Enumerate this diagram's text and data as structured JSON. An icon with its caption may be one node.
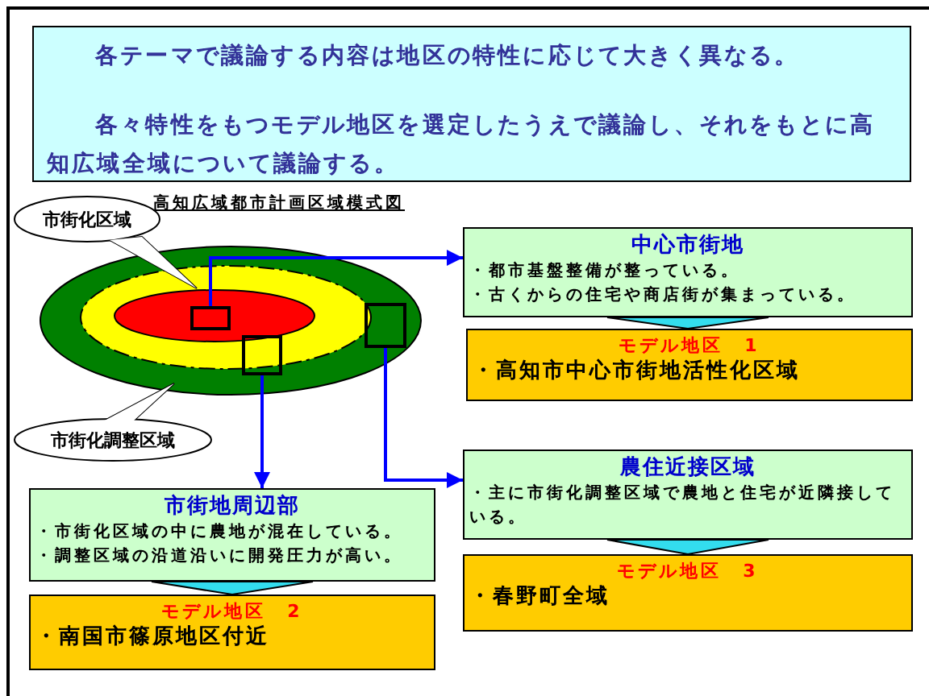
{
  "diagram": {
    "nodes": [
      {
        "text": [
          "各テーマで議論する内容は地区の特性に応じて大きく異なる。",
          "各々特性をもつモデル地区を選定したうえで議論し、それをもとに高知広域全域について議論する。"
        ]
      },
      {
        "text": [
          "市街化区域"
        ]
      },
      {
        "text": [],
        "shape": "box"
      },
      {
        "text": [],
        "shape": "box"
      },
      {
        "text": [],
        "shape": "box"
      },
      {
        "text": [
          "市街化調整区域"
        ]
      },
      {
        "text": [
          "中心市街地",
          "・都市基盤整備が整っている。",
          "・古くからの住宅や商店街が集まっている。"
        ]
      },
      {
        "text": [
          "モデル地区　1",
          "・高知市中心市街地活性化区域"
        ]
      },
      {
        "text": [
          "農住近接区域",
          "・主に市街化調整区域で農地と住宅が近隣接している。"
        ]
      },
      {
        "text": [
          "モデル地区　3",
          "・春野町全域"
        ]
      },
      {
        "text": [
          "市街地周辺部",
          "・市街化区域の中に農地が混在している。",
          "・調整区域の沿道沿いに開発圧力が高い。"
        ]
      },
      {
        "text": [
          "モデル地区　2",
          "・南国市篠原地区付近"
        ]
      }
    ],
    "edges": [
      {
        "from": 2,
        "to": 6,
        "arrow": "to",
        "color": "#0000ff"
      },
      {
        "from": 6,
        "to": 7,
        "arrow": "to",
        "style": "thick",
        "color": "#33ddee"
      },
      {
        "from": 3,
        "to": 8,
        "arrow": "to",
        "color": "#0000ff"
      },
      {
        "from": 8,
        "to": 9,
        "arrow": "to",
        "style": "thick",
        "color": "#33ddee"
      },
      {
        "from": 4,
        "to": 10,
        "arrow": "to",
        "color": "#0000ff"
      },
      {
        "from": 10,
        "to": 11,
        "arrow": "to",
        "style": "thick",
        "color": "#33ddee"
      }
    ],
    "labels": [
      "高知広域都市計画区域模式図"
    ]
  }
}
